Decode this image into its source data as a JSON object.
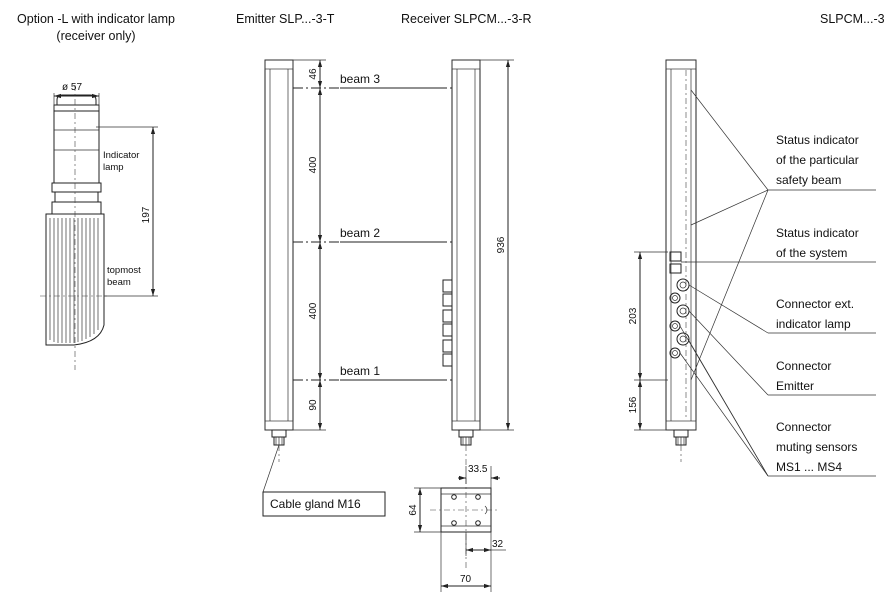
{
  "headings": {
    "option_l_line1": "Option -L with indicator lamp",
    "option_l_line2": "(receiver only)",
    "emitter": "Emitter SLP...-3-T",
    "receiver": "Receiver SLPCM...-3-R",
    "side_view": "SLPCM...-3"
  },
  "lamp_view": {
    "diameter": "ø 57",
    "height": "197",
    "indicator_lamp_line1": "Indicator",
    "indicator_lamp_line2": "lamp",
    "topmost_beam_line1": "topmost",
    "topmost_beam_line2": "beam"
  },
  "front_view": {
    "beam3": "beam 3",
    "beam2": "beam 2",
    "beam1": "beam 1",
    "dim_top": "46",
    "dim_upper": "400",
    "dim_lower": "400",
    "dim_bottom": "90",
    "dim_total": "936",
    "cable_gland": "Cable gland M16"
  },
  "profile": {
    "offset": "33.5",
    "height": "64",
    "half_width": "32",
    "width": "70"
  },
  "side_view": {
    "dim_203": "203",
    "dim_156": "156",
    "callouts": [
      {
        "line1": "Status indicator",
        "line2": "of the particular",
        "line3": "safety beam"
      },
      {
        "line1": "Status indicator",
        "line2": "of the system",
        "line3": ""
      },
      {
        "line1": "Connector ext.",
        "line2": "indicator lamp",
        "line3": ""
      },
      {
        "line1": "Connector",
        "line2": "Emitter",
        "line3": ""
      },
      {
        "line1": "Connector",
        "line2": "muting sensors",
        "line3": "MS1 ... MS4"
      }
    ]
  }
}
